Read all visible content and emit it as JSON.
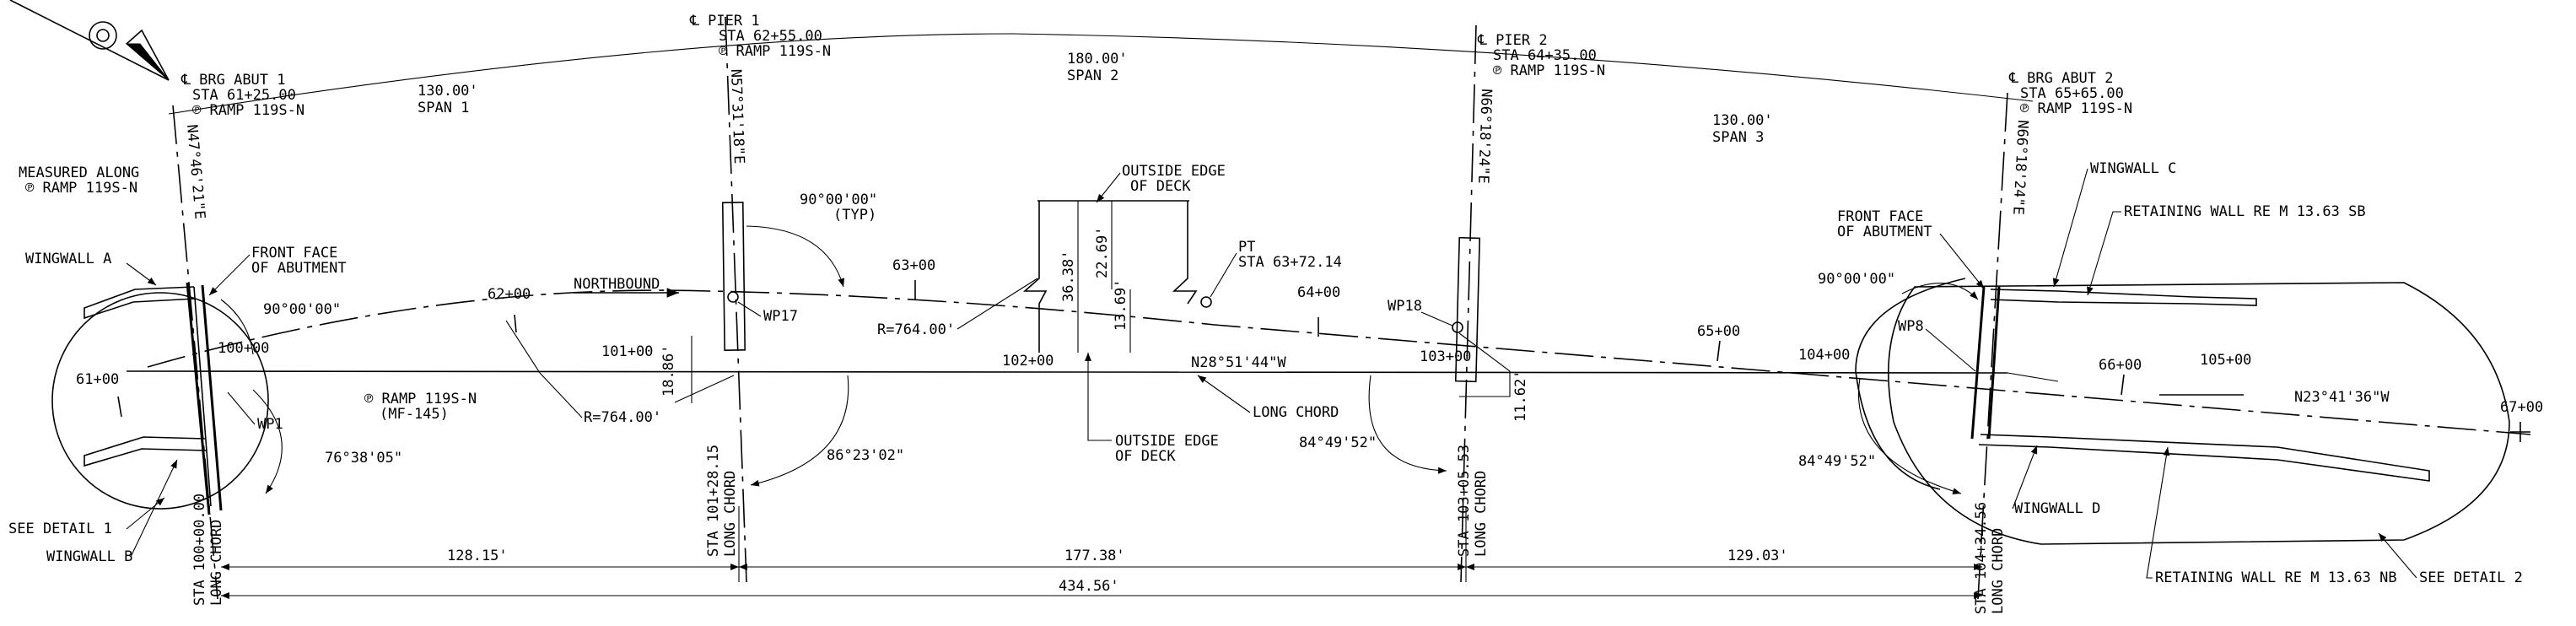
{
  "north_arrow": {
    "icon": "north-arrow-icon"
  },
  "abutment_1": {
    "line1": "℄ BRG ABUT 1",
    "line2": "STA 61+25.00",
    "line3": "℗ RAMP 119S-N",
    "bearing": "N47°46'21\"E"
  },
  "pier_1": {
    "line1": "℄ PIER 1",
    "line2": "STA 62+55.00",
    "line3": "℗ RAMP 119S-N",
    "bearing": "N57°31'18\"E"
  },
  "pier_2": {
    "line1": "℄ PIER 2",
    "line2": "STA 64+35.00",
    "line3": "℗ RAMP 119S-N",
    "bearing": "N66°18'24\"E"
  },
  "abutment_2": {
    "line1": "℄ BRG ABUT 2",
    "line2": "STA 65+65.00",
    "line3": "℗ RAMP 119S-N",
    "bearing": "N66°18'24\"E"
  },
  "spans": {
    "span1": {
      "length": "130.00'",
      "label": "SPAN 1"
    },
    "span2": {
      "length": "180.00'",
      "label": "SPAN 2"
    },
    "span3": {
      "length": "130.00'",
      "label": "SPAN 3"
    }
  },
  "measured": {
    "line1": "MEASURED ALONG",
    "line2": "℗ RAMP 119S-N"
  },
  "wingwalls": {
    "a": "WINGWALL A",
    "b": "WINGWALL B",
    "c": "WINGWALL C",
    "d": "WINGWALL D"
  },
  "front_face_1": {
    "line1": "FRONT FACE",
    "line2": "OF ABUTMENT"
  },
  "front_face_2": {
    "line1": "FRONT FACE",
    "line2": "OF ABUTMENT"
  },
  "angles": {
    "a1_right": "90°00'00\"",
    "pier1_typ_1": "90°00'00\"",
    "pier1_typ_2": "(TYP)",
    "abut1_skew": "76°38'05\"",
    "pier1_skew": "86°23'02\"",
    "pier2_skew": "84°49'52\"",
    "abut2_skew": "84°49'52\"",
    "abut2_right": "90°00'00\""
  },
  "stations": {
    "s61": "61+00",
    "s62": "62+00",
    "s63": "63+00",
    "s64": "64+00",
    "s65": "65+00",
    "s66": "66+00",
    "s67": "67+00",
    "s100": "100+00",
    "s101": "101+00",
    "s102": "102+00",
    "s103": "103+00",
    "s104": "104+00",
    "s105": "105+00"
  },
  "northbound": "NORTHBOUND",
  "ramp_label": {
    "line1": "℗ RAMP 119S-N",
    "line2": "(MF-145)"
  },
  "radius_1": "R=764.00'",
  "radius_2": "R=764.00'",
  "deck_top": {
    "line1": "OUTSIDE EDGE",
    "line2": "OF DECK"
  },
  "deck_bottom": {
    "line1": "OUTSIDE EDGE",
    "line2": "OF DECK"
  },
  "deck_dims": {
    "d1": "36.38'",
    "d2": "22.69'",
    "d3": "13.69'"
  },
  "pt": {
    "line1": "PT",
    "line2": "STA 63+72.14"
  },
  "long_chord": "LONG CHORD",
  "chord_bearing_1": "N28°51'44\"W",
  "chord_bearing_2": "N23°41'36\"W",
  "work_points": {
    "wp1": "WP1",
    "wp17": "WP17",
    "wp18": "WP18",
    "wp8": "WP8"
  },
  "offsets": {
    "pier1": "18.86'",
    "pier2": "11.62'"
  },
  "retaining_walls": {
    "sb": "RETAINING WALL RE M 13.63 SB",
    "nb": "RETAINING WALL RE M 13.63 NB"
  },
  "details": {
    "d1": "SEE DETAIL 1",
    "d2": "SEE DETAIL 2"
  },
  "chord_stations": {
    "c0": {
      "line1": "STA 100+00.00",
      "line2": "LONG CHORD"
    },
    "c1": {
      "line1": "STA 101+28.15",
      "line2": "LONG CHORD"
    },
    "c2": {
      "line1": "STA 103+05.53",
      "line2": "LONG CHORD"
    },
    "c3": {
      "line1": "STA 104+34.56",
      "line2": "LONG CHORD"
    }
  },
  "dimensions": {
    "d1": "128.15'",
    "d2": "177.38'",
    "d3": "129.03'",
    "total": "434.56'"
  }
}
